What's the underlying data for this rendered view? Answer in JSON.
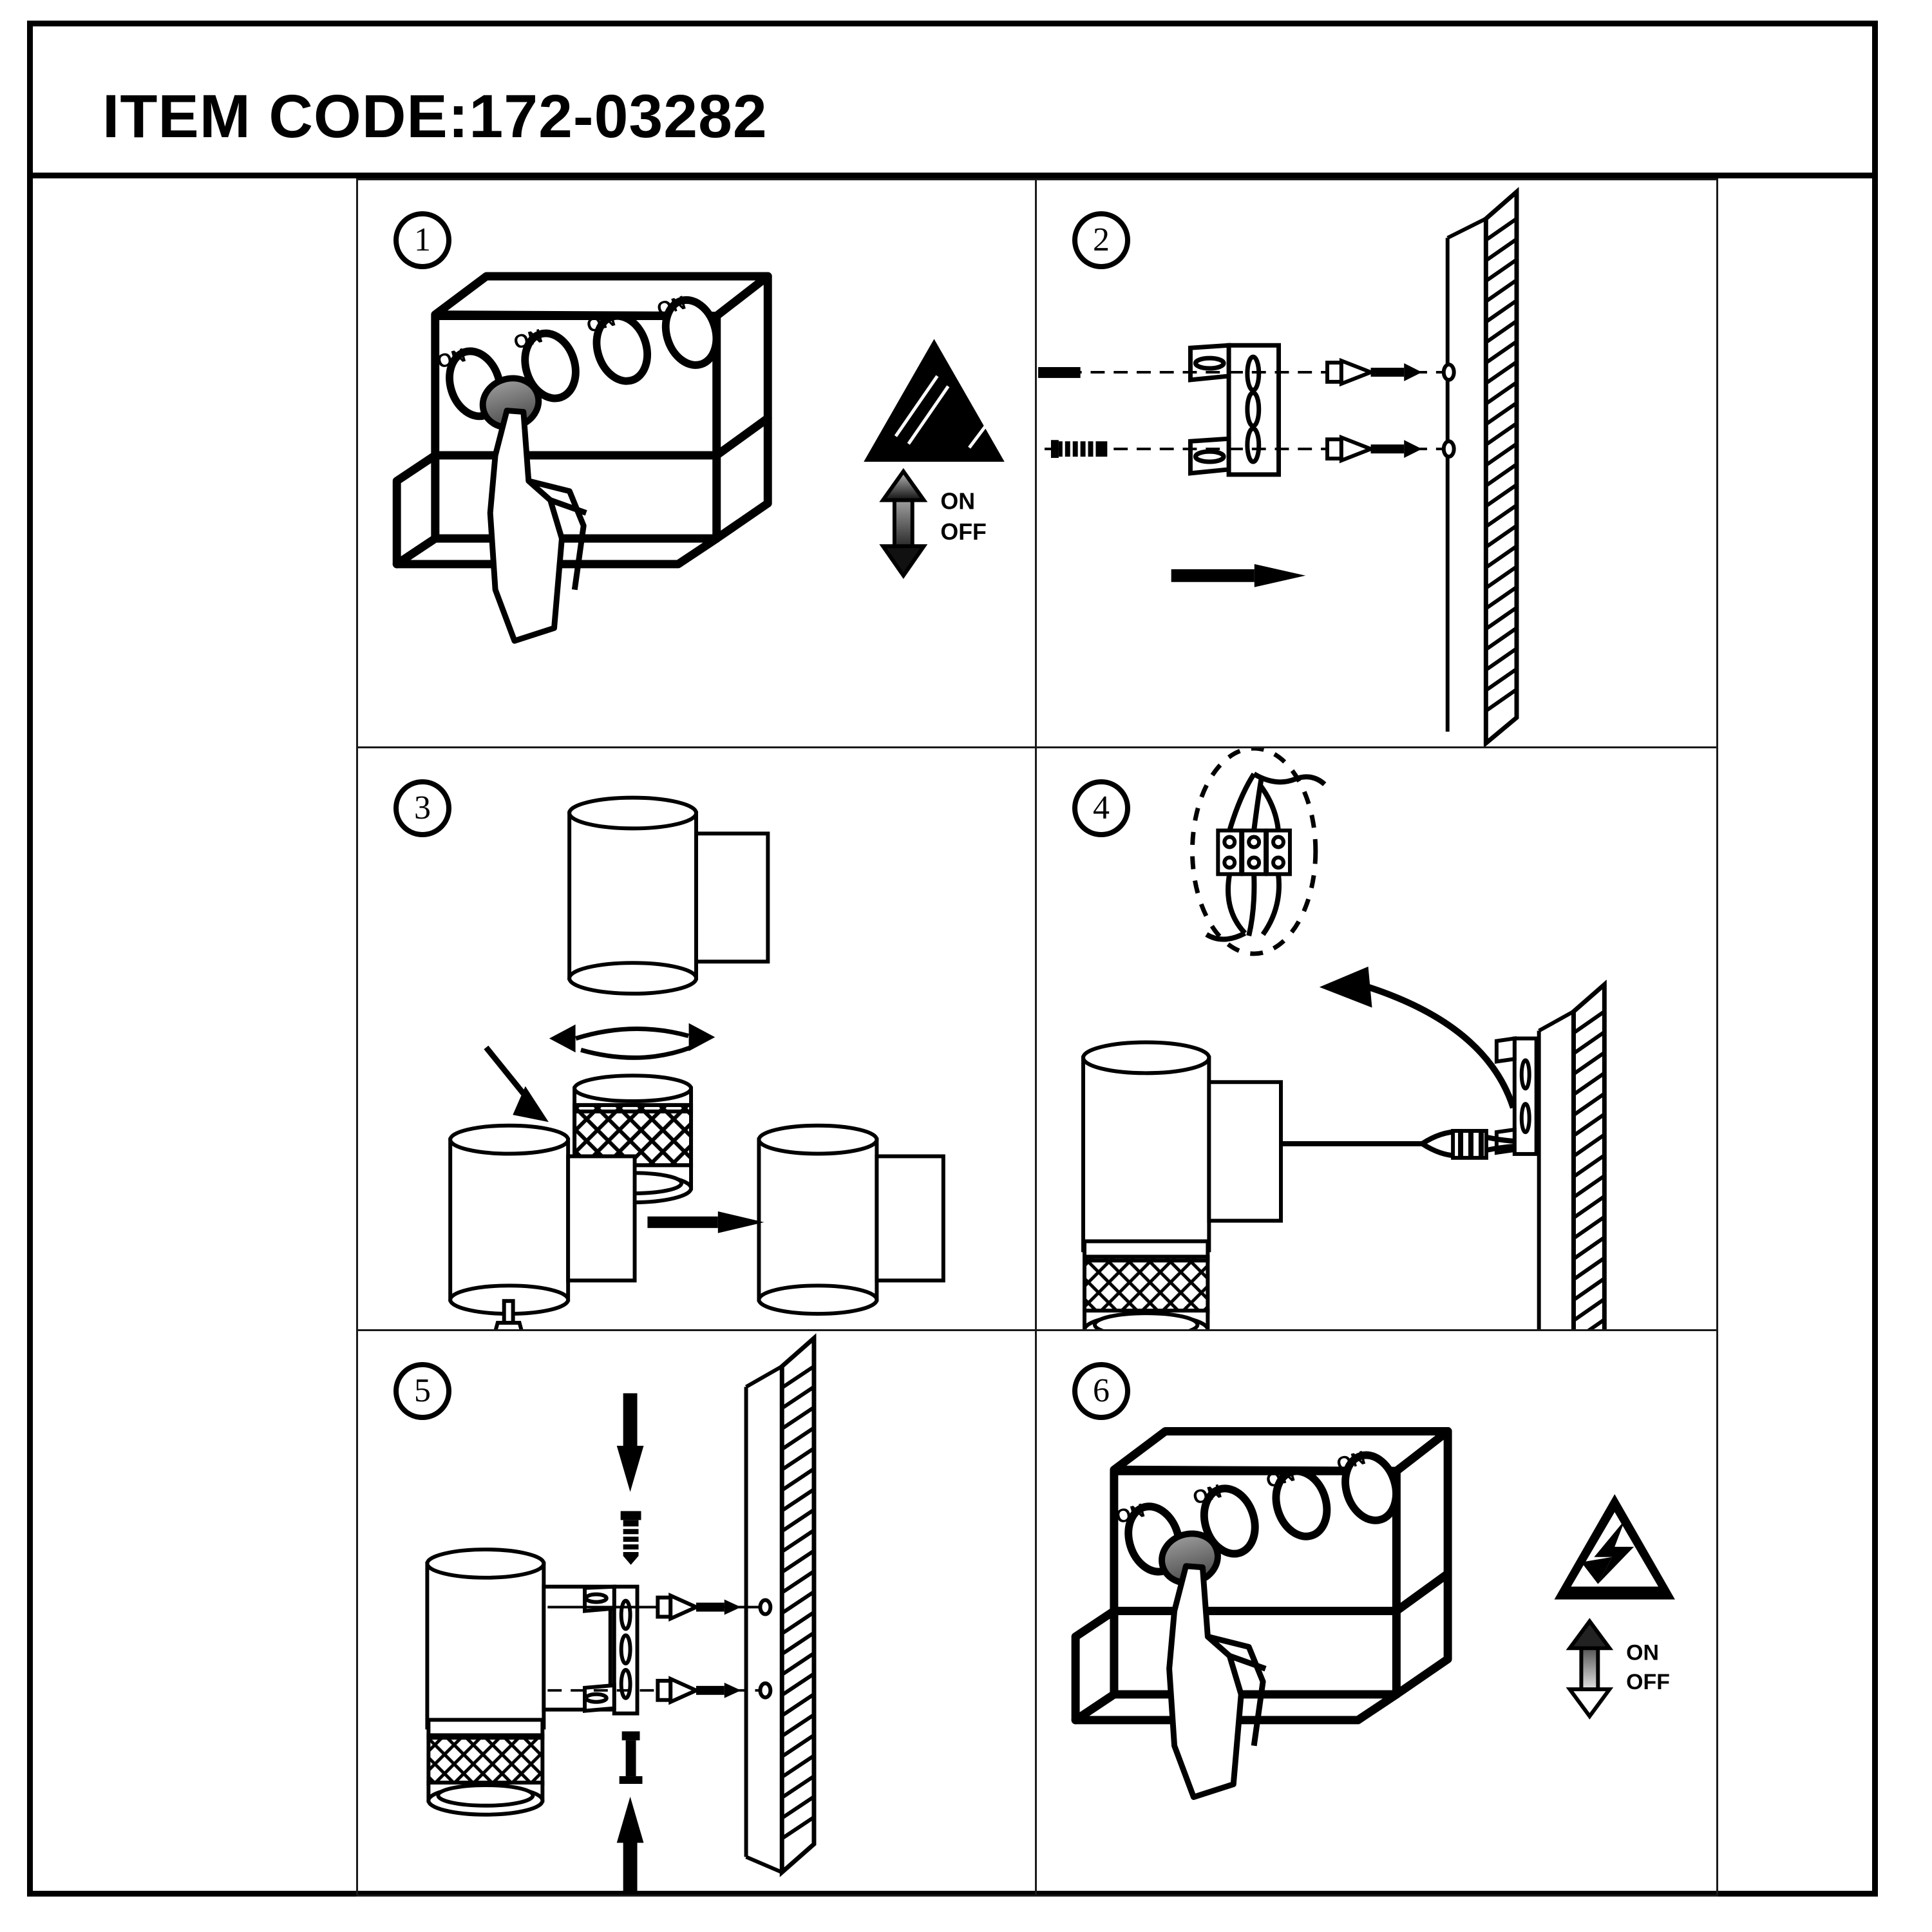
{
  "header": {
    "item_code_label": "ITEM CODE:172-03282"
  },
  "steps": [
    {
      "number": "1",
      "name": "turn-power-off",
      "switch_labels": [
        "ON",
        "ON",
        "ON",
        "ON"
      ],
      "indicator": {
        "on": "ON",
        "off": "OFF"
      },
      "symbol": "solid-triangle"
    },
    {
      "number": "2",
      "name": "fix-bracket-to-wall",
      "symbol": "bracket-screws-wall"
    },
    {
      "number": "3",
      "name": "fit-bulb-and-mesh-ring",
      "symbol": "lamp-bulb-mesh-ring"
    },
    {
      "number": "4",
      "name": "connect-wiring-terminal-block",
      "symbol": "terminal-block-callout"
    },
    {
      "number": "5",
      "name": "mount-lamp-on-bracket",
      "symbol": "lamp-bracket-screws-wall"
    },
    {
      "number": "6",
      "name": "turn-power-on",
      "switch_labels": [
        "ON",
        "ON",
        "ON",
        "ON"
      ],
      "indicator": {
        "on": "ON",
        "off": "OFF"
      },
      "symbol": "electric-hazard-triangle"
    }
  ],
  "colors": {
    "ink": "#000000",
    "rule": "#1a1a1a",
    "paper": "#ffffff",
    "shade": "#808080"
  }
}
